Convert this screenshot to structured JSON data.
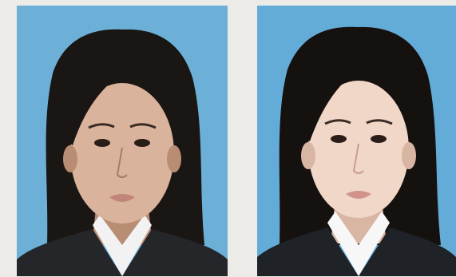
{
  "photos": [
    {
      "id": "left",
      "subject": "portrait",
      "colors": {
        "background": "#6cb0d8",
        "skin": "#d9b39c",
        "skin_shadow": "#b98d74",
        "hair": "#1a1614",
        "suit": "#24262a",
        "shirt": "#f2f2f2",
        "lips": "#c2857a"
      }
    },
    {
      "id": "right",
      "subject": "portrait",
      "colors": {
        "background": "#64acd8",
        "skin": "#f1d7c8",
        "skin_shadow": "#d9b6a3",
        "hair": "#15110f",
        "suit": "#1f2227",
        "shirt": "#f7f7f7",
        "lips": "#d19289"
      }
    }
  ]
}
